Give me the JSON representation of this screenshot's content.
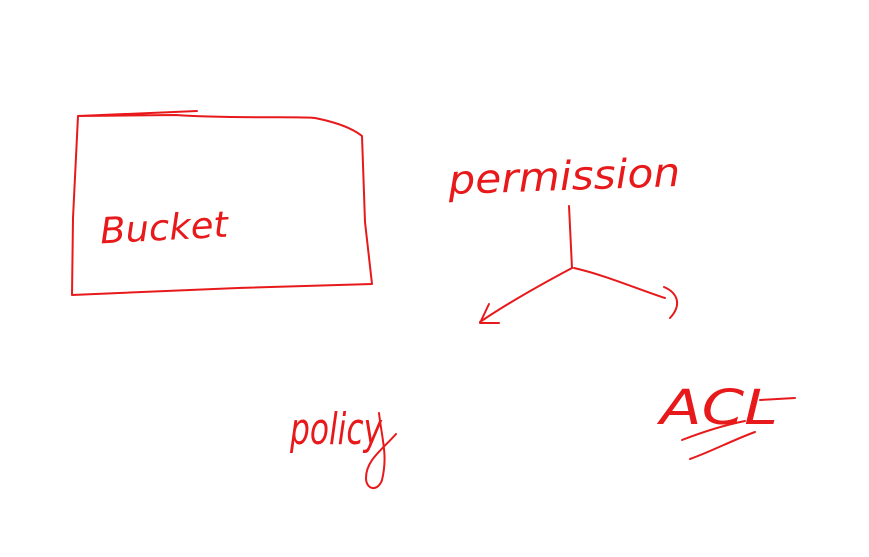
{
  "ink_color": "#e8191b",
  "labels": {
    "bucket": "Bucket",
    "permission": "permission",
    "policy": "policy",
    "acl": "ACL"
  }
}
